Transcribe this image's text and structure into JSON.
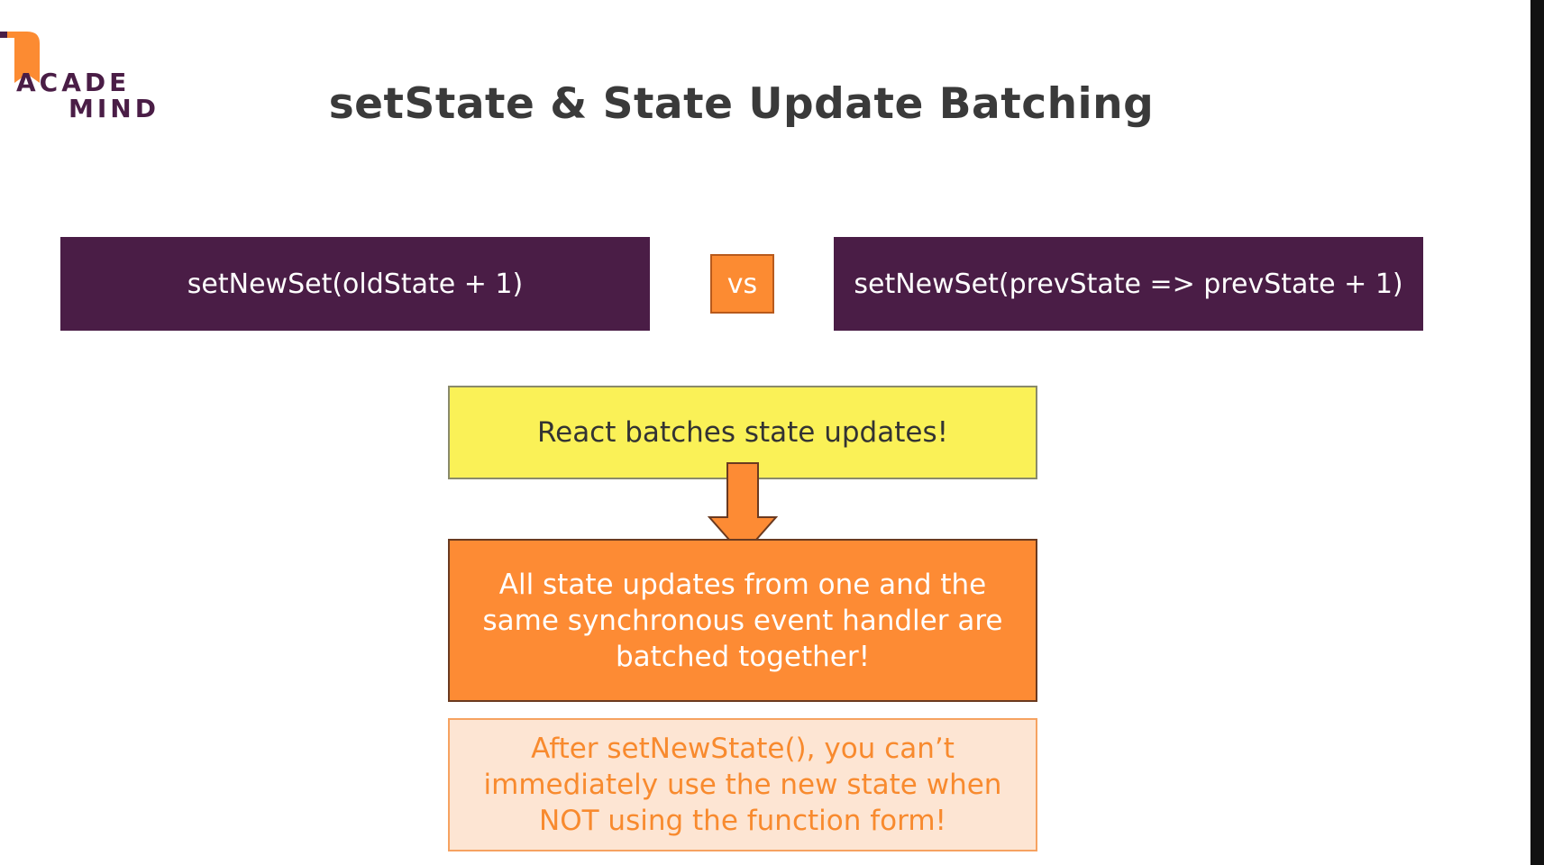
{
  "logo": {
    "line1": "ACADE",
    "line2": "MIND",
    "colors": {
      "mark": "#fc8b32",
      "text": "#4a1d46"
    }
  },
  "title": "setState & State Update Batching",
  "left_box": {
    "label": "setNewSet(oldState + 1)"
  },
  "vs_label": "vs",
  "right_box": {
    "label": "setNewSet(prevState => prevState + 1)"
  },
  "yellow_box": {
    "label": "React batches state updates!"
  },
  "orange_box": {
    "label": "All state updates from one and the same synchronous event handler are batched together!"
  },
  "peach_box": {
    "label": "After setNewState(), you can’t immediately use the new state when NOT using the function form!"
  },
  "colors": {
    "purple": "#4a1d46",
    "orange": "#fd8b34",
    "yellow": "#faf157",
    "peach": "#fde5d3",
    "peach_text": "#f88a2e"
  }
}
